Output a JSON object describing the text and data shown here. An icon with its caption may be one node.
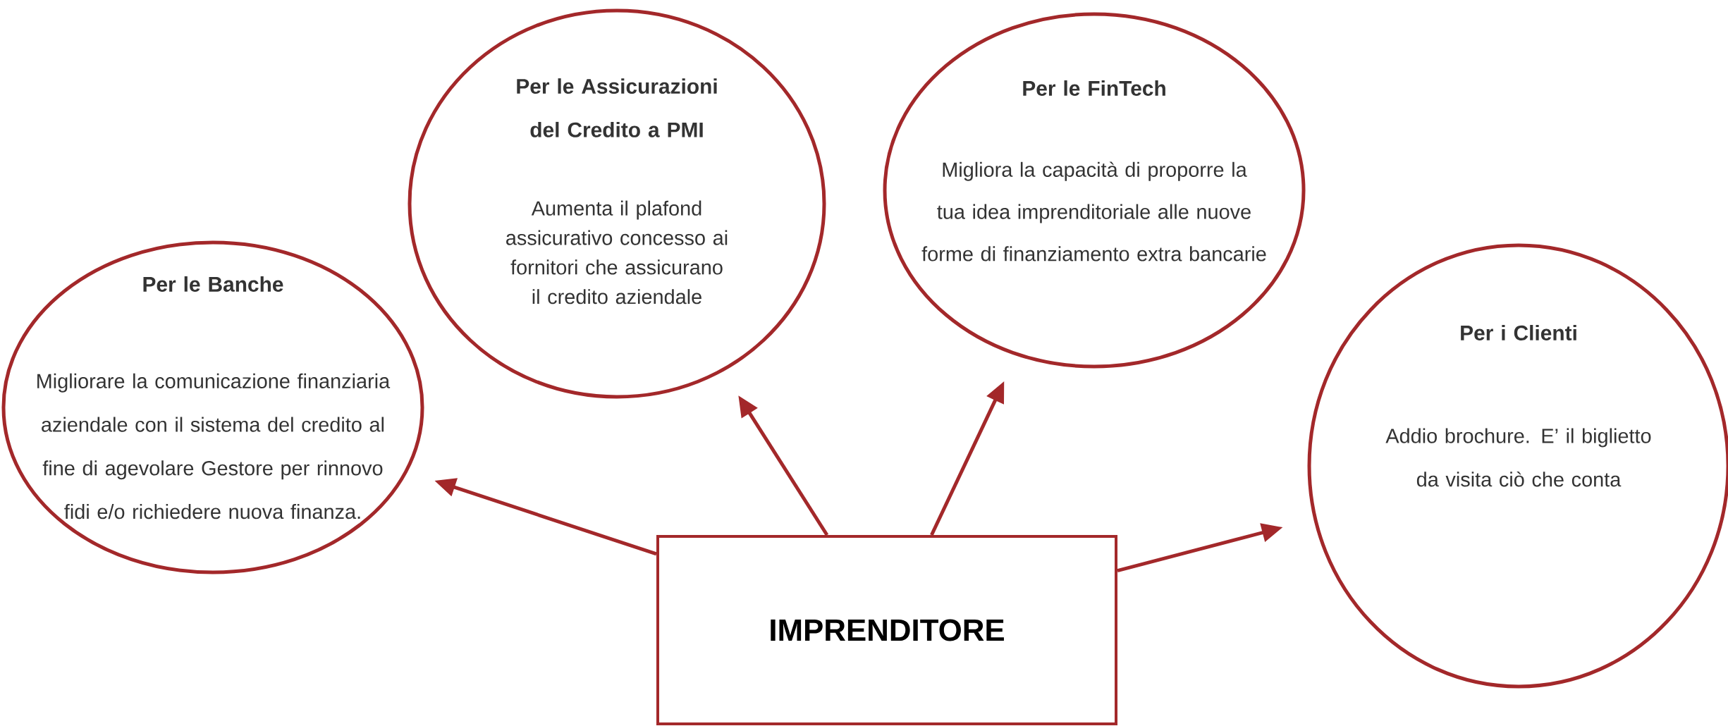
{
  "diagram": {
    "nodes": [
      {
        "text": [
          "Per le Banche",
          "Migliorare la comunicazione finanziaria aziendale con il sistema del credito al fine di agevolare Gestore per rinnovo fidi e/o richiedere nuova finanza."
        ]
      },
      {
        "text": [
          "Per le Assicurazioni del Credito a PMI",
          "Aumenta il plafond assicurativo concesso ai fornitori che assicurano il credito aziendale"
        ]
      },
      {
        "text": [
          "Per le FinTech",
          "Migliora la capacità di proporre la tua idea imprenditoriale alle nuove forme di finanziamento extra bancarie"
        ]
      },
      {
        "text": [
          "Per i Clienti",
          "Addio brochure. E’ il biglietto da visita ciò che conta"
        ]
      },
      {
        "text": [
          "IMPRENDITORE"
        ]
      }
    ],
    "edges": [
      {
        "from": 4,
        "to": 0,
        "arrow": "to"
      },
      {
        "from": 4,
        "to": 1,
        "arrow": "to"
      },
      {
        "from": 4,
        "to": 2,
        "arrow": "to"
      },
      {
        "from": 4,
        "to": 3,
        "arrow": "to"
      }
    ]
  }
}
